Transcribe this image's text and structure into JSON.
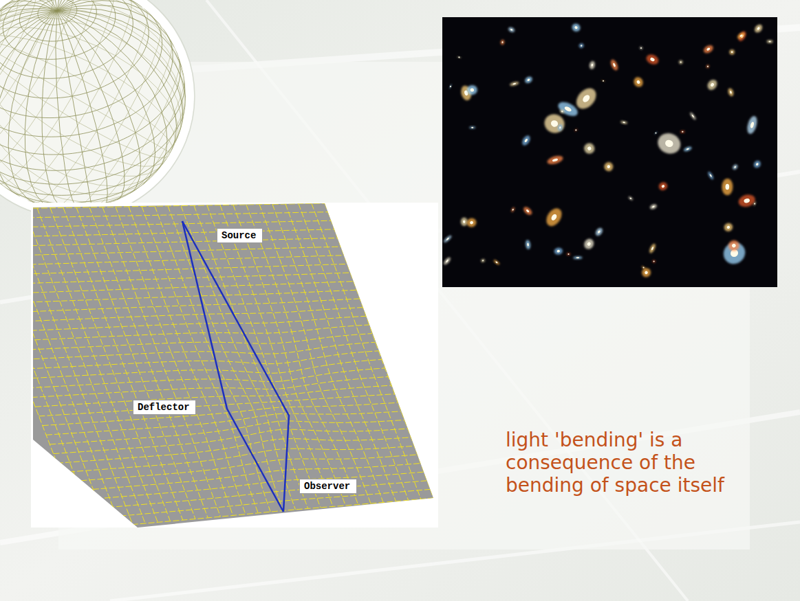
{
  "diagram": {
    "nodes": [
      {
        "text": [
          "Source"
        ]
      },
      {
        "text": [
          "Deflector"
        ]
      },
      {
        "text": [
          "Observer"
        ]
      }
    ],
    "labels": [
      "light 'bending' is a consequence of the bending of space itself"
    ]
  }
}
